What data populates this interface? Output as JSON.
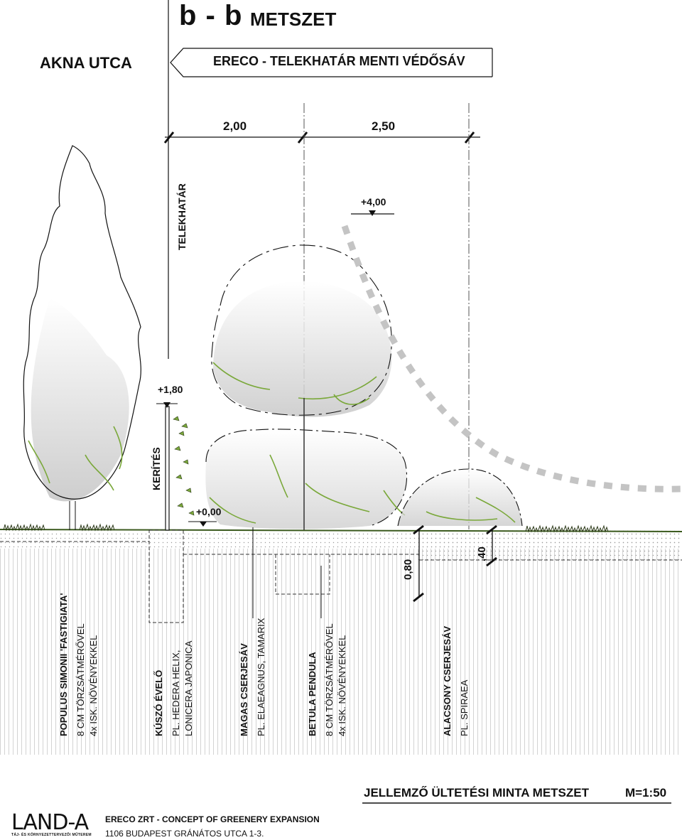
{
  "title": {
    "section": "b - b",
    "word": "METSZET"
  },
  "street": "AKNA UTCA",
  "zone": "ERECO - TELEKHATÁR MENTI VÉDŐSÁV",
  "dimensions": {
    "first": "2,00",
    "second": "2,50",
    "depth1": "0,80",
    "depth2": ",40"
  },
  "levels": {
    "top": "+4,00",
    "fence": "+1,80",
    "ground": "+0,00"
  },
  "vertical_labels": {
    "boundary": "TELEKHATÁR",
    "fence": "KERÍTÉS"
  },
  "plants": [
    {
      "name": "POPULUS SIMONII 'FASTIGIATA'",
      "line1": "8 CM TÖRZSÁTMÉRŐVEL",
      "line2": "4x ISK. NÖVÉNYEKKEL"
    },
    {
      "name": "KÚSZÓ ÉVELŐ",
      "line1": "PL. HEDERA HELIX,",
      "line2": "LONICERA JAPONICA"
    },
    {
      "name": "MAGAS CSERJESÁV",
      "line1": "PL. ELAEAGNUS, TAMARIX",
      "line2": ""
    },
    {
      "name": "BETULA PENDULA",
      "line1": "8 CM TÖRZSÁTMÉRŐVEL",
      "line2": "4x ISK. NÖVÉNYEKKEL"
    },
    {
      "name": "ALACSONY CSERJESÁV",
      "line1": "PL. SPIRAEA",
      "line2": ""
    }
  ],
  "footer": {
    "title": "JELLEMZŐ ÜLTETÉSI MINTA METSZET",
    "scale": "M=1:50",
    "company": "ERECO ZRT - CONCEPT OF GREENERY EXPANSION",
    "address": "1106 BUDAPEST GRÁNÁTOS UTCA 1-3.",
    "logo": "LAND-A",
    "logo_sub": "TÁJ- ÉS KÖRNYEZETTERVEZŐI MŰTEREM"
  },
  "colors": {
    "line": "#111111",
    "foliage_green": "#7aa83a",
    "shade": "#cfcfcf",
    "ground_dots": "#9a9a9a"
  }
}
